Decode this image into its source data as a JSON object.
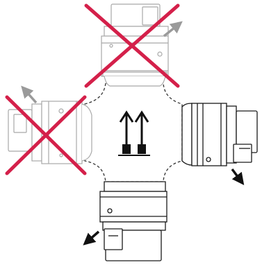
{
  "diagram": {
    "center_symbol": "upright-arrows-icon",
    "orientations": [
      {
        "position": "top",
        "allowed": false,
        "arrow_direction": "up-right"
      },
      {
        "position": "left",
        "allowed": false,
        "arrow_direction": "up-left"
      },
      {
        "position": "right",
        "allowed": true,
        "arrow_direction": "down-right"
      },
      {
        "position": "bottom",
        "allowed": true,
        "arrow_direction": "down-left"
      }
    ]
  },
  "colors": {
    "forbidden_cross": "#d4204a",
    "allowed_arrow": "#111111",
    "faded_arrow": "#9a9a9a",
    "device_body": "#ffffff",
    "device_outline": "#1a1a1a",
    "faded_outline": "#a8a8a8",
    "dashed_outline": "#333333"
  }
}
